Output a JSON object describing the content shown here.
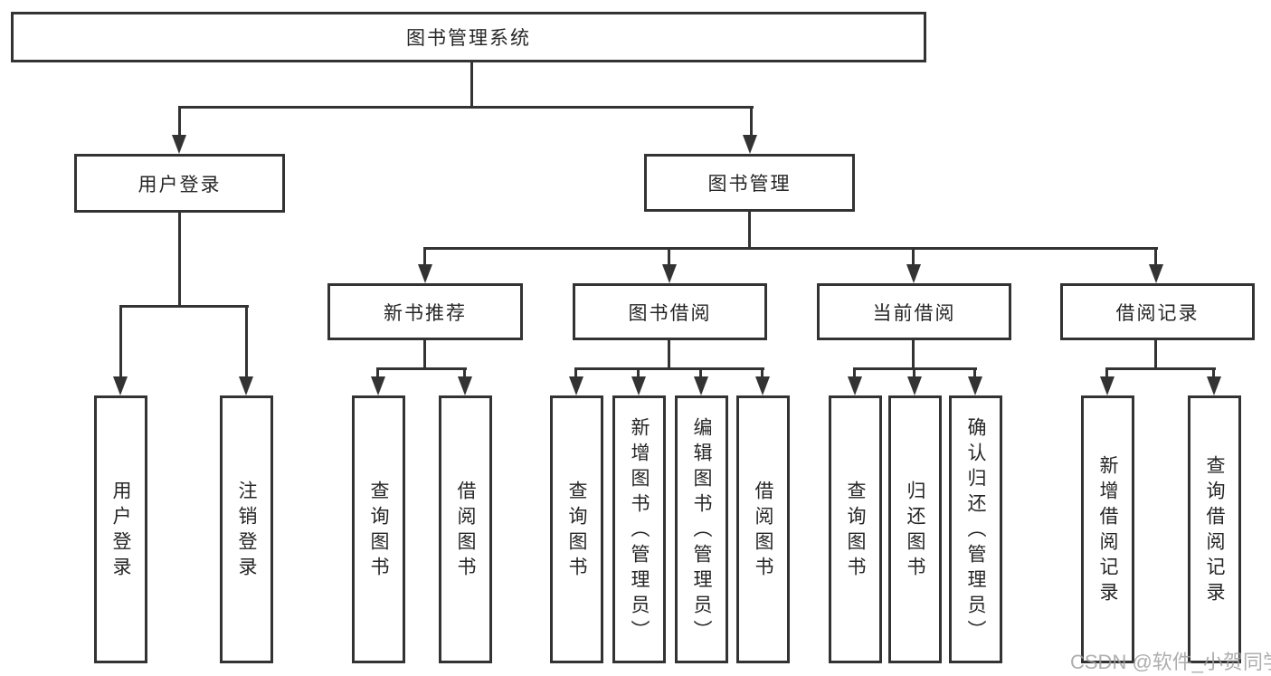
{
  "diagram": {
    "root": {
      "label": "图书管理系统"
    },
    "branches": [
      {
        "label": "用户登录",
        "children": [
          {
            "label": "用户登录"
          },
          {
            "label": "注销登录"
          }
        ]
      },
      {
        "label": "图书管理",
        "children": [
          {
            "label": "新书推荐",
            "children": [
              {
                "label": "查询图书"
              },
              {
                "label": "借阅图书"
              }
            ]
          },
          {
            "label": "图书借阅",
            "children": [
              {
                "label": "查询图书"
              },
              {
                "label": "新增图书（管理员）"
              },
              {
                "label": "编辑图书（管理员）"
              },
              {
                "label": "借阅图书"
              }
            ]
          },
          {
            "label": "当前借阅",
            "children": [
              {
                "label": "查询图书"
              },
              {
                "label": "归还图书"
              },
              {
                "label": "确认归还（管理员）"
              }
            ]
          },
          {
            "label": "借阅记录",
            "children": [
              {
                "label": "新增借阅记录"
              },
              {
                "label": "查询借阅记录"
              }
            ]
          }
        ]
      }
    ]
  },
  "watermark": {
    "text": "CSDN @软件_小贺同学"
  },
  "colors": {
    "line": "#333333",
    "text": "#262626",
    "box_background": "#ffffff",
    "page_background": "#ffffff",
    "watermark": "#a0a0a0"
  }
}
